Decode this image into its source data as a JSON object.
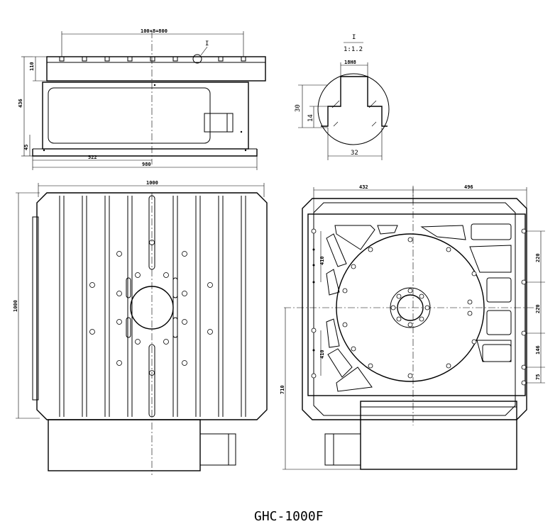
{
  "title": "GHC-1000F",
  "front_view": {
    "dim_top": "100×8=800",
    "dim_110": "110",
    "dim_436": "436",
    "dim_45": "45",
    "dim_522": "522",
    "dim_980": "980",
    "detail_marker": "I"
  },
  "detail_view": {
    "label": "I",
    "scale": "1:1.2",
    "dim_18h8": "18H8",
    "dim_30": "30",
    "dim_14": "14",
    "dim_32": "32"
  },
  "top_view": {
    "dim_width": "1000",
    "dim_height": "1000"
  },
  "rotary_view": {
    "dim_432": "432",
    "dim_496": "496",
    "dim_410_top": "410",
    "dim_410_bottom": "410",
    "dim_710": "710",
    "dim_220_a": "220",
    "dim_220_b": "220",
    "dim_146": "146",
    "dim_75": "75"
  }
}
